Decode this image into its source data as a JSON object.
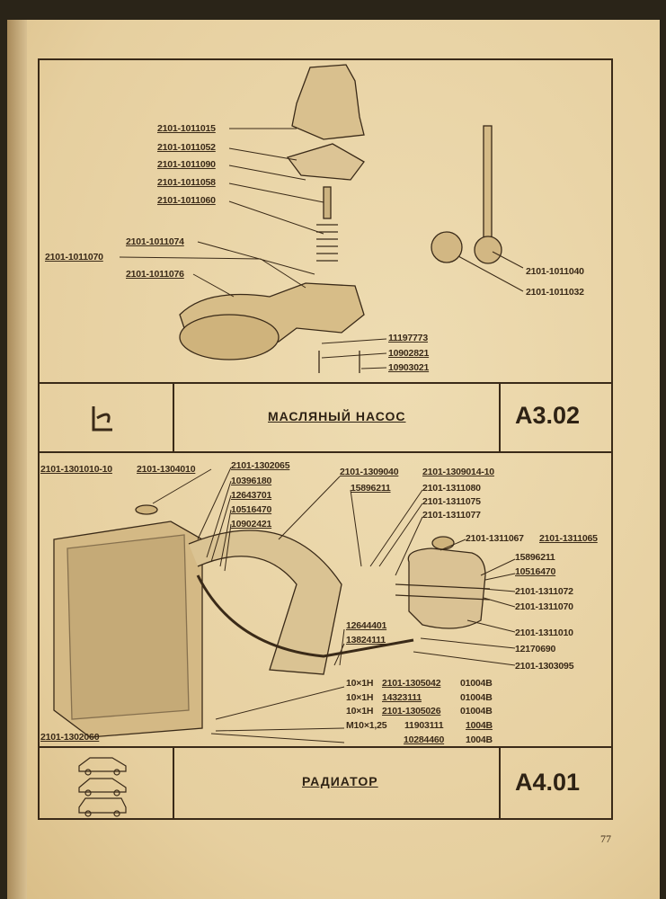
{
  "page_number": "77",
  "oil_pump": {
    "title": "МАСЛЯНЫЙ НАСОС",
    "code": "A3.02",
    "parts": [
      "2101-1011015",
      "2101-1011052",
      "2101-1011090",
      "2101-1011058",
      "2101-1011060",
      "2101-1011074",
      "2101-1011070",
      "2101-1011076",
      "11197773",
      "10902821",
      "10903021",
      "2101-1011040",
      "2101-1011032"
    ]
  },
  "radiator": {
    "title": "РАДИАТОР",
    "code": "A4.01",
    "parts": [
      "2101-1301010-10",
      "2101-1304010",
      "2101-1302065",
      "10396180",
      "12643701",
      "10516470",
      "10902421",
      "2101-1309040",
      "2101-1309014-10",
      "15896211",
      "2101-1311080",
      "2101-1311075",
      "2101-1311077",
      "2101-1311067",
      "2101-1311065",
      "15896211",
      "10516470",
      "2101-1311072",
      "2101-1311070",
      "2101-1311010",
      "12170690",
      "2101-1303095",
      "12644401",
      "13824111",
      "2101-1302060"
    ],
    "fasteners": [
      {
        "size": "10×1Н",
        "part": "2101-1305042",
        "code": "01004В"
      },
      {
        "size": "10×1Н",
        "part": "14323111",
        "code": "01004В"
      },
      {
        "size": "10×1Н",
        "part": "2101-1305026",
        "code": "01004В"
      },
      {
        "size": "М10×1,25",
        "part": "11903111",
        "code": "1004В"
      },
      {
        "size": "",
        "part": "10284460",
        "code": "1004В"
      }
    ]
  }
}
